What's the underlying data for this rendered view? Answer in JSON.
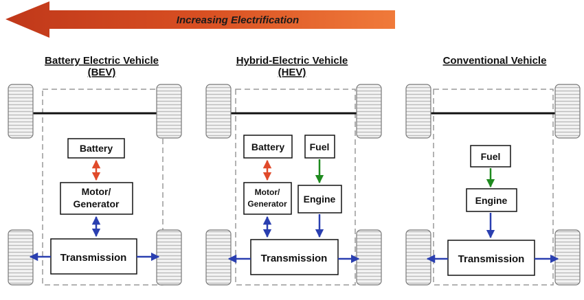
{
  "banner": {
    "label": "Increasing Electrification"
  },
  "colors": {
    "banner_left": "#c0381a",
    "banner_right": "#f07a3a",
    "electric_arrow": "#e04a2a",
    "fuel_arrow": "#1e8a1e",
    "mechanical_arrow": "#2a3fb0"
  },
  "vehicles": [
    {
      "title_line1": "Battery Electric Vehicle",
      "title_line2": "(BEV)",
      "components": {
        "battery": "Battery",
        "motor_line1": "Motor/",
        "motor_line2": "Generator",
        "transmission": "Transmission"
      }
    },
    {
      "title_line1": "Hybrid-Electric Vehicle",
      "title_line2": "(HEV)",
      "components": {
        "battery": "Battery",
        "fuel": "Fuel",
        "motor_line1": "Motor/",
        "motor_line2": "Generator",
        "engine": "Engine",
        "transmission": "Transmission"
      }
    },
    {
      "title_line1": "Conventional Vehicle",
      "components": {
        "fuel": "Fuel",
        "engine": "Engine",
        "transmission": "Transmission"
      }
    }
  ]
}
